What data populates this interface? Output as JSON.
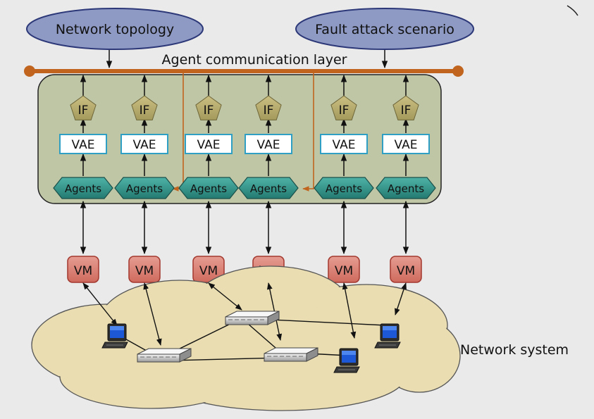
{
  "inputs": {
    "network_topology": "Network topology",
    "fault_attack_scenario": "Fault attack scenario"
  },
  "bus": {
    "label": "Agent communication layer"
  },
  "column_labels": {
    "if": "IF",
    "vae": "VAE",
    "agents": "Agents",
    "vm": "VM"
  },
  "network": {
    "label": "Network system"
  },
  "colors": {
    "background": "#eaeaea",
    "ellipse_fill": "#8e9ac4",
    "ellipse_stroke": "#2c3878",
    "bus": "#c0641e",
    "panel_fill": "#bfc6a6",
    "pentagon_fill": "#b5ab6d",
    "vae_stroke": "#2f9fc4",
    "agents_fill": "#2f8f85",
    "vm_fill": "#d77a6e",
    "vm_stroke": "#a3382e",
    "cloud_fill": "#e9ddb1"
  }
}
